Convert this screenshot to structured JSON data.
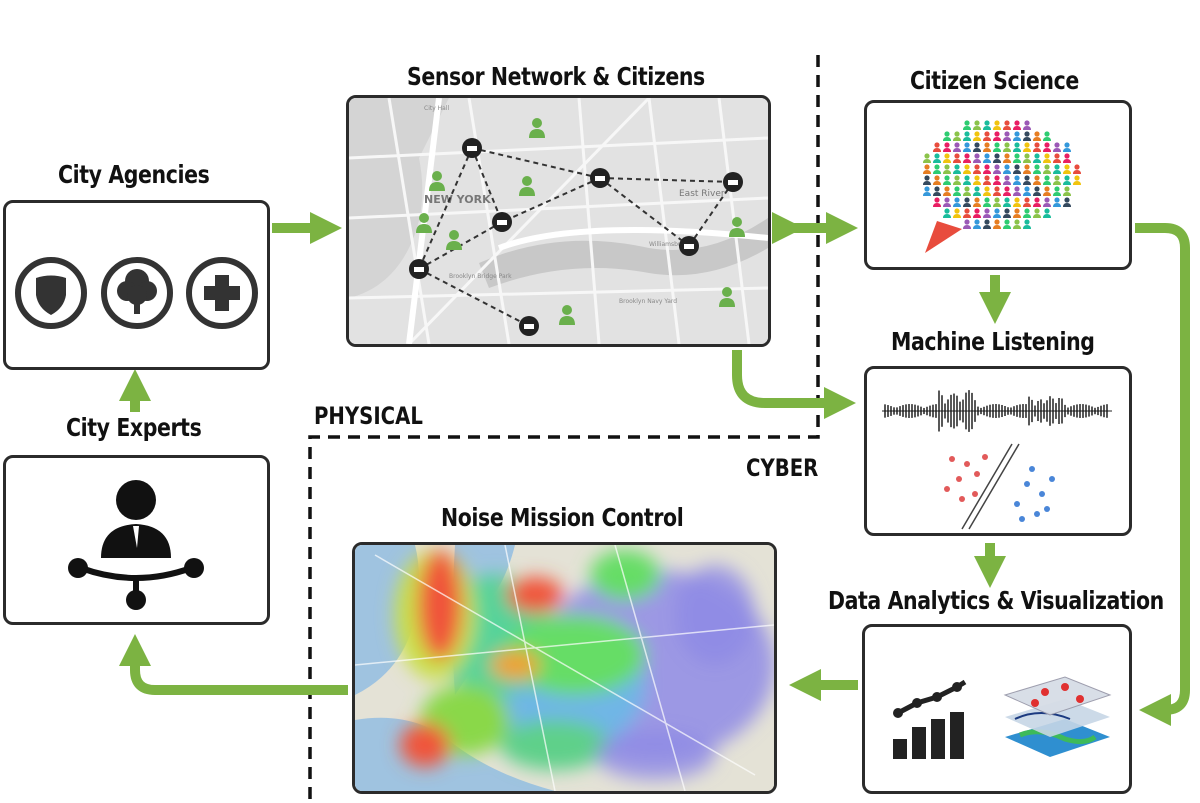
{
  "nodes": {
    "city_agencies": "City Agencies",
    "city_experts": "City Experts",
    "sensor_network": "Sensor Network & Citizens",
    "citizen_science": "Citizen Science",
    "machine_listening": "Machine Listening",
    "noise_mission_control": "Noise Mission Control",
    "data_analytics": "Data Analytics & Visualization"
  },
  "regions": {
    "physical": "PHYSICAL",
    "cyber": "CYBER"
  },
  "map_labels": {
    "new_york": "NEW YORK",
    "east_river": "East River",
    "brooklyn_bridge_park": "Brooklyn Bridge Park",
    "brooklyn_navy_yard": "Brooklyn Navy Yard",
    "williamsburg": "Williamsburg",
    "city_hall": "City Hall"
  },
  "colors": {
    "arrow_green": "#7cb342",
    "box_border": "#2b2b2b",
    "icon_dark": "#333333"
  },
  "icons": {
    "agency_1": "shield-icon",
    "agency_2": "tree-icon",
    "agency_3": "plus-icon",
    "expert": "network-person-icon",
    "sensor": "sensor-icon",
    "citizen": "person-icon",
    "analytics": "bar-chart-icon",
    "layers": "map-layers-icon"
  }
}
